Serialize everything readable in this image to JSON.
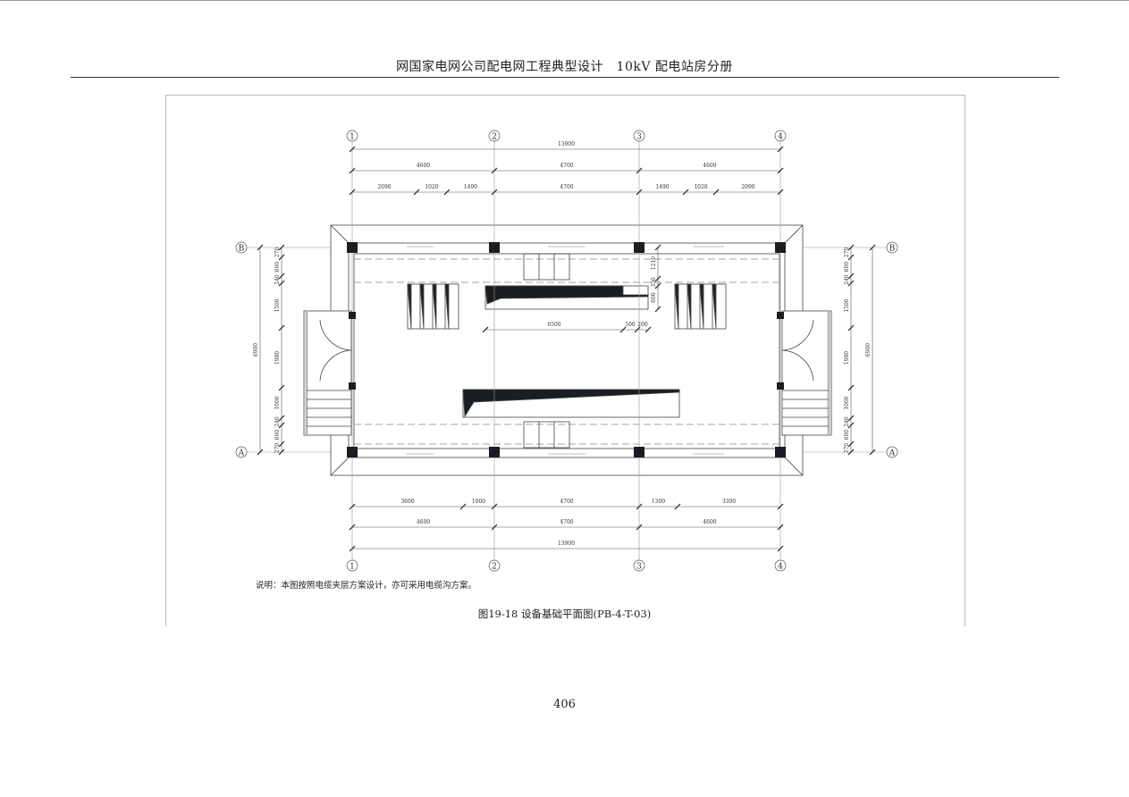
{
  "header": {
    "title": "网国家电网公司配电网工程典型设计　10kV 配电站房分册"
  },
  "drawing": {
    "axes_x": [
      "1",
      "2",
      "3",
      "4"
    ],
    "axes_y": [
      "B",
      "A"
    ],
    "top_dims": {
      "total": [
        "13900"
      ],
      "bays": [
        "4600",
        "4700",
        "4600"
      ],
      "segments": [
        "2090",
        "1020",
        "1490",
        "4700",
        "1490",
        "1020",
        "2090"
      ]
    },
    "bottom_dims": {
      "segments": [
        "3600",
        "1000",
        "4700",
        "1300",
        "3300"
      ],
      "bays": [
        "4600",
        "4700",
        "4600"
      ],
      "total": [
        "13900"
      ]
    },
    "left_dims": {
      "total": [
        "6900"
      ],
      "segments": [
        "270",
        "600",
        "240",
        "1500",
        "1980",
        "1000",
        "240",
        "600",
        "270"
      ]
    },
    "right_dims": {
      "total": [
        "6900"
      ],
      "segments": [
        "270",
        "600",
        "240",
        "1500",
        "1980",
        "1000",
        "240",
        "600",
        "270"
      ]
    },
    "inner_dims": [
      "6500",
      "500",
      "200",
      "1210",
      "350",
      "600"
    ]
  },
  "note": "说明：本图按照电缆夹层方案设计，亦可采用电缆沟方案。",
  "caption": "图19-18 设备基础平面图(PB-4-T-03)",
  "page_number": "406"
}
